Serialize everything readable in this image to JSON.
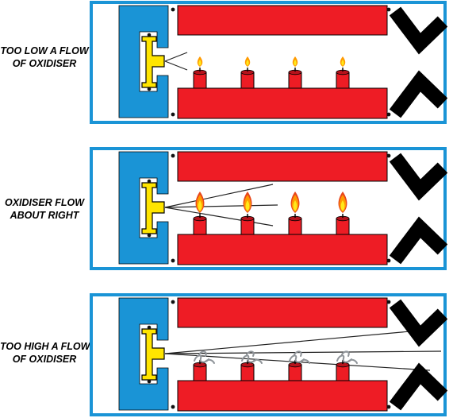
{
  "figure": {
    "description": "Three cross-section diagrams of a candle-test rocket motor showing the effect of oxidiser flow rate",
    "panels": [
      {
        "id": "low",
        "label_line1": "TOO LOW A FLOW",
        "label_line2": "OF OXIDISER",
        "candle_count": 4,
        "candle_state": "small flames",
        "spray_pattern": "short narrow fan at injector"
      },
      {
        "id": "about-right",
        "label_line1": "OXIDISER FLOW",
        "label_line2": "ABOUT RIGHT",
        "candle_count": 4,
        "candle_state": "large healthy flames",
        "spray_pattern": "medium fan reaching first candles"
      },
      {
        "id": "high",
        "label_line1": "TOO HIGH A FLOW",
        "label_line2": "OF OXIDISER",
        "candle_count": 4,
        "candle_state": "blown out, smoke wisps",
        "spray_pattern": "long fan across whole chamber"
      }
    ]
  },
  "colors": {
    "casing_blue": "#1a94d6",
    "fuel_red": "#ee1c25",
    "injector_yellow": "#ffe500",
    "nozzle_black": "#000000",
    "candle_red": "#ed1c24",
    "flame_outer_red": "#e8461b",
    "flame_orange": "#ff9a00",
    "flame_yellow": "#ffe81a",
    "smoke_gray": "#8f9499",
    "background": "#ffffff"
  }
}
